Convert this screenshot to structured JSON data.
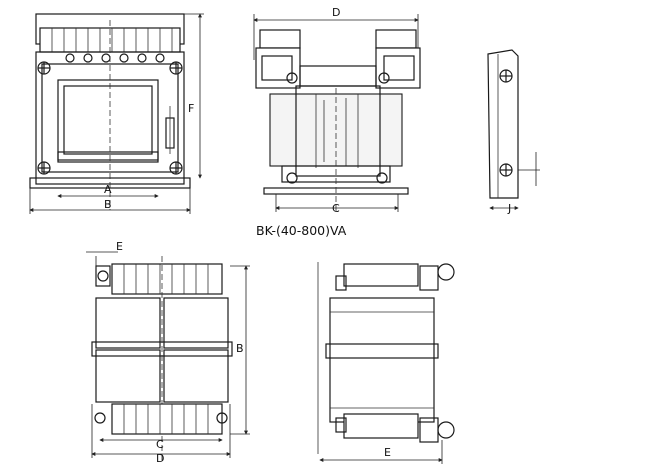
{
  "caption": "BK-(40-800)VA",
  "views": {
    "front_top": {
      "width_label": "A",
      "outer_width_label": "B",
      "height_label": "F"
    },
    "side_top": {
      "overall_label": "D",
      "base_label": "C"
    },
    "edge_view": {
      "detail_label": "J"
    },
    "front_bottom": {
      "inner_width_label": "C",
      "outer_width_label": "D",
      "height_label": "B",
      "detail_label": "E"
    },
    "side_bottom": {
      "depth_label": "E"
    }
  }
}
